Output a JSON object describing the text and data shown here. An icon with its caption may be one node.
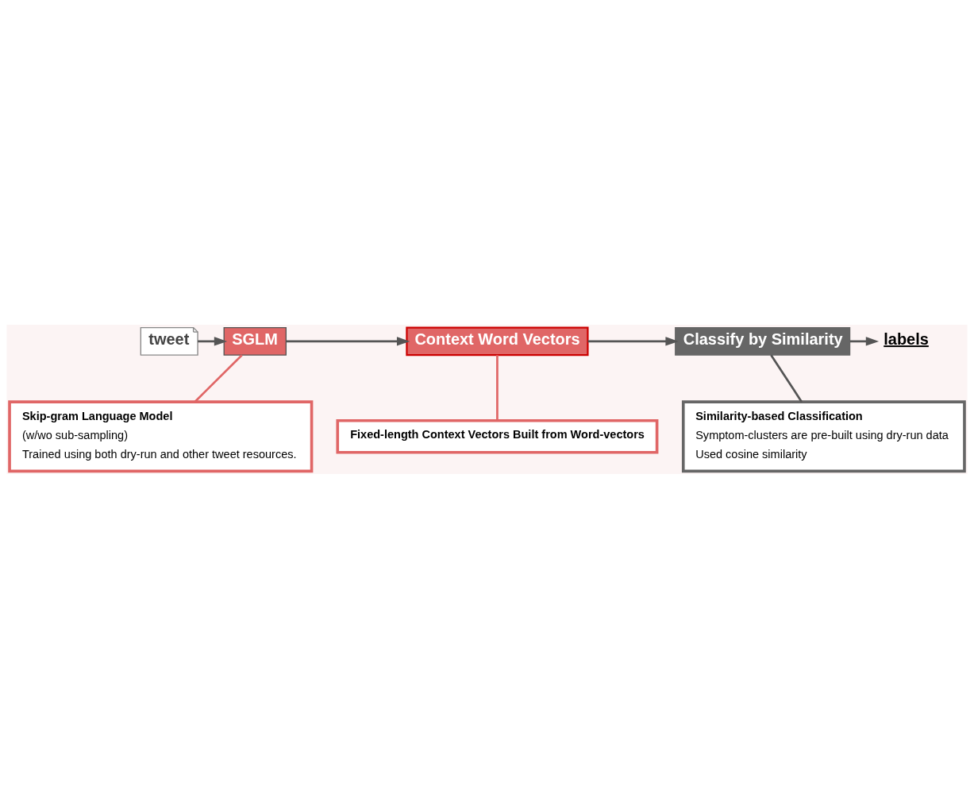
{
  "diagram": {
    "nodes": [
      {
        "text": [
          "tweet"
        ]
      },
      {
        "text": [
          "SGLM"
        ]
      },
      {
        "text": [
          "Context Word Vectors"
        ]
      },
      {
        "text": [
          "Classify by Similarity"
        ]
      },
      {
        "text": [
          "labels"
        ]
      },
      {
        "text": [
          "Skip-gram Language Model",
          "(w/wo sub-sampling)",
          "Trained using both dry-run and other tweet resources."
        ]
      },
      {
        "text": [
          "Fixed-length Context Vectors Built from Word-vectors"
        ]
      },
      {
        "text": [
          "Similarity-based Classification",
          "Symptom-clusters are pre-built using dry-run data",
          "Used cosine similarity"
        ]
      }
    ],
    "edges": [
      {
        "from": 0,
        "to": 1,
        "arrow": "to"
      },
      {
        "from": 1,
        "to": 2,
        "arrow": "to"
      },
      {
        "from": 2,
        "to": 3,
        "arrow": "to"
      },
      {
        "from": 3,
        "to": 4,
        "arrow": "to"
      },
      {
        "from": 5,
        "to": 1,
        "arrow": "none",
        "color": "#e06666"
      },
      {
        "from": 6,
        "to": 2,
        "arrow": "none",
        "color": "#e06666"
      },
      {
        "from": 7,
        "to": 3,
        "arrow": "none"
      }
    ]
  }
}
